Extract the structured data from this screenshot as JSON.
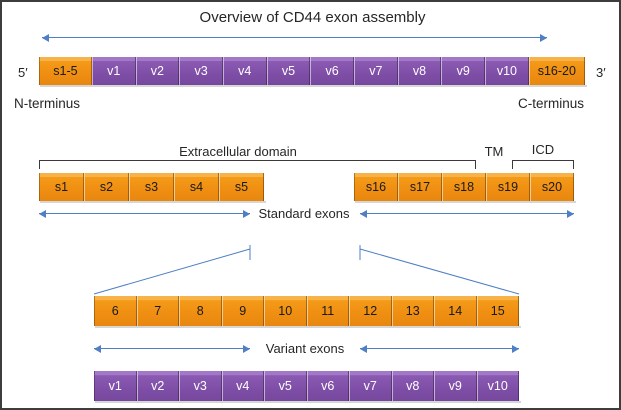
{
  "figure": {
    "title": "Overview of CD44 exon assembly",
    "accent_blue": "#4f7fc4",
    "exon_orange": "#ef8e12",
    "exon_purple": "#7e4ea6",
    "bracket_black": "#3a3a3a",
    "border_color": "#3d3d3d"
  },
  "overview": {
    "title": "Overview of CD44 exon assembly",
    "five_prime": "5′",
    "three_prime": "3′",
    "n_terminus": "N-terminus",
    "c_terminus": "C-terminus",
    "boxes": [
      {
        "label": "s1-5",
        "color": "orange"
      },
      {
        "label": "v1",
        "color": "purple"
      },
      {
        "label": "v2",
        "color": "purple"
      },
      {
        "label": "v3",
        "color": "purple"
      },
      {
        "label": "v4",
        "color": "purple"
      },
      {
        "label": "v5",
        "color": "purple"
      },
      {
        "label": "v6",
        "color": "purple"
      },
      {
        "label": "v7",
        "color": "purple"
      },
      {
        "label": "v8",
        "color": "purple"
      },
      {
        "label": "v9",
        "color": "purple"
      },
      {
        "label": "v10",
        "color": "purple"
      },
      {
        "label": "s16-20",
        "color": "orange"
      }
    ]
  },
  "standard": {
    "domain_labels": {
      "extracellular": "Extracellular domain",
      "tm": "TM",
      "icd": "ICD"
    },
    "axis_label": "Standard exons",
    "left_boxes": [
      {
        "label": "s1",
        "color": "orange"
      },
      {
        "label": "s2",
        "color": "orange"
      },
      {
        "label": "s3",
        "color": "orange"
      },
      {
        "label": "s4",
        "color": "orange"
      },
      {
        "label": "s5",
        "color": "orange"
      }
    ],
    "right_boxes": [
      {
        "label": "s16",
        "color": "orange"
      },
      {
        "label": "s17",
        "color": "orange"
      },
      {
        "label": "s18",
        "color": "orange"
      },
      {
        "label": "s19",
        "color": "orange"
      },
      {
        "label": "s20",
        "color": "orange"
      }
    ]
  },
  "variant": {
    "axis_label": "Variant exons",
    "numbered_boxes": [
      {
        "label": "6",
        "color": "orange"
      },
      {
        "label": "7",
        "color": "orange"
      },
      {
        "label": "8",
        "color": "orange"
      },
      {
        "label": "9",
        "color": "orange"
      },
      {
        "label": "10",
        "color": "orange"
      },
      {
        "label": "11",
        "color": "orange"
      },
      {
        "label": "12",
        "color": "orange"
      },
      {
        "label": "13",
        "color": "orange"
      },
      {
        "label": "14",
        "color": "orange"
      },
      {
        "label": "15",
        "color": "orange"
      }
    ],
    "variant_boxes": [
      {
        "label": "v1",
        "color": "purple"
      },
      {
        "label": "v2",
        "color": "purple"
      },
      {
        "label": "v3",
        "color": "purple"
      },
      {
        "label": "v4",
        "color": "purple"
      },
      {
        "label": "v5",
        "color": "purple"
      },
      {
        "label": "v6",
        "color": "purple"
      },
      {
        "label": "v7",
        "color": "purple"
      },
      {
        "label": "v8",
        "color": "purple"
      },
      {
        "label": "v9",
        "color": "purple"
      },
      {
        "label": "v10",
        "color": "purple"
      }
    ]
  }
}
